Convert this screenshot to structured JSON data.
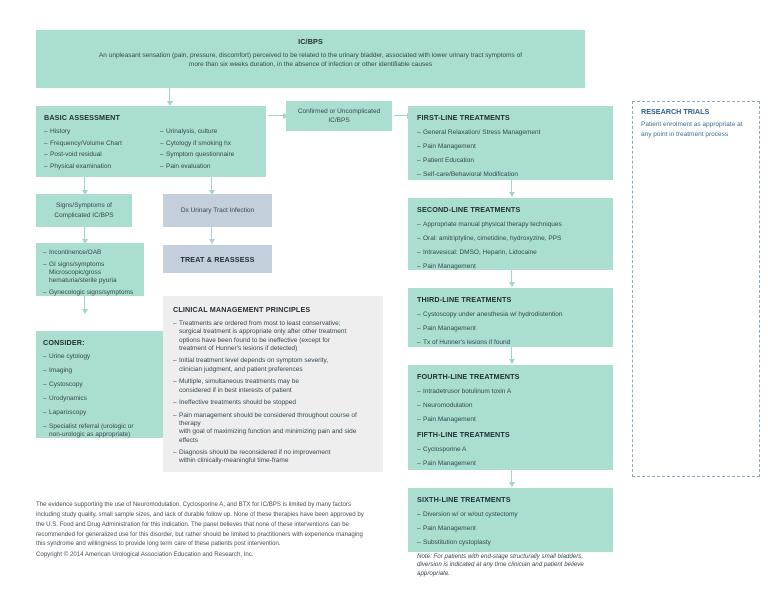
{
  "colors": {
    "teal": "#a9ded1",
    "gray_blue": "#c3cfdb",
    "light_gray": "#eeeeee",
    "arrow_teal": "#9ed6c8",
    "dashed_border": "#8fa9bf",
    "research_text": "#3b6e92"
  },
  "header": {
    "title": "IC/BPS",
    "description": "An unpleasant sensation (pain, pressure, discomfort) perceived to be related to the urinary bladder, associated with lower urinary tract symptoms of more than six weeks duration, in the absence of infection or other identifiable causes"
  },
  "basic_assessment": {
    "title": "BASIC ASSESSMENT",
    "column1": [
      "History",
      "Frequency/Volume Chart",
      "Post-void residual",
      "Physical examination"
    ],
    "column2": [
      "Urinalysis, culture",
      "Cytology if smoking hx",
      "Symptom questionnaire",
      "Pain evaluation"
    ]
  },
  "complicated": {
    "text": "Signs/Symptoms of Complicated IC/BPS"
  },
  "complicated_details": {
    "items": [
      {
        "text": "Incontinence/OAB",
        "cont": []
      },
      {
        "text": "GI signs/symptoms",
        "cont": [
          "Microscopic/gross",
          "hematuria/sterile pyuria"
        ]
      },
      {
        "text": "Gynecologic signs/symptoms",
        "cont": []
      }
    ]
  },
  "consider": {
    "title": "CONSIDER:",
    "items": [
      {
        "text": "Urine cytology",
        "cont": []
      },
      {
        "text": "Imaging",
        "cont": []
      },
      {
        "text": "Cystoscopy",
        "cont": []
      },
      {
        "text": "Urodynamics",
        "cont": []
      },
      {
        "text": "Laparoscopy",
        "cont": []
      },
      {
        "text": "Specialist referral (urologic or",
        "cont": [
          "non-urologic as appropriate)"
        ]
      }
    ]
  },
  "dx_uti": {
    "text": "Dx Urinary Tract Infection"
  },
  "treat_reassess": {
    "text": "TREAT & REASSESS"
  },
  "confirmed": {
    "text": "Confirmed or Uncomplicated IC/BPS"
  },
  "clinical_principles": {
    "title": "CLINICAL MANAGEMENT PRINCIPLES",
    "items": [
      {
        "text": "Treatments are ordered from most to least conservative;",
        "cont": [
          "surgical treatment is appropriate only after other treatment",
          "options have been found to be ineffective (except for",
          "treatment of Hunner's lesions if detected)"
        ]
      },
      {
        "text": "Initial treatment level depends on symptom severity,",
        "cont": [
          "clinician judgment, and patient preferences"
        ]
      },
      {
        "text": "Multiple, simultaneous treatments may be",
        "cont": [
          "considered if in best interests of patient"
        ]
      },
      {
        "text": "Ineffective treatments should be stopped",
        "cont": []
      },
      {
        "text": "Pain management should be considered throughout course of therapy",
        "cont": [
          "with goal of maximizing function and minimizing pain and side effects"
        ]
      },
      {
        "text": "Diagnosis should be reconsidered if no improvement",
        "cont": [
          "within clinically-meaningful time-frame"
        ]
      }
    ]
  },
  "treatments": [
    {
      "title": "FIRST-LINE TREATMENTS",
      "items": [
        "General Relaxation/ Stress Management",
        "Pain Management",
        "Patient Education",
        "Self-care/Behavioral Modification"
      ]
    },
    {
      "title": "SECOND-LINE TREATMENTS",
      "items": [
        "Appropriate manual physical therapy techniques",
        "Oral: amitriptyline, cimetidine, hydroxyzine, PPS",
        "Intravesical: DMSO, Heparin, Lidocaine",
        "Pain Management"
      ]
    },
    {
      "title": "THIRD-LINE TREATMENTS",
      "items": [
        "Cystoscopy under anesthesia w/ hydrodistention",
        "Pain Management",
        "Tx of Hunner's lesions if found"
      ]
    },
    {
      "title": "FOURTH-LINE TREATMENTS",
      "items": [
        "Intradetrusor botulinum toxin A",
        "Neuromodulation",
        "Pain Management"
      ]
    },
    {
      "title": "FIFTH-LINE TREATMENTS",
      "items": [
        "Cyclosporine A",
        "Pain Management"
      ]
    },
    {
      "title": "SIXTH-LINE TREATMENTS",
      "items": [
        "Diversion w/ or w/out cystectomy",
        "Pain Management",
        "Substitution cystoplasty"
      ],
      "note": "Note: For patients with end-stage structurally small bladders, diversion is indicated at any time clinician and patient believe appropriate."
    }
  ],
  "research_trials": {
    "title": "RESEARCH TRIALS",
    "text": "Patient enrolment as appropriate at any point in treatment process"
  },
  "footer": {
    "disclaimer": "The evidence supporting the use of Neuromodulation, Cyclosporine  A, and BTX for IC/BPS is limited by many factors including study quality, small sample sizes, and lack of durable follow up. None of these therapies have been approved by the U.S. Food and Drug Administration for this indication. The panel believes that none of these interventions can be recommended for generalized use for this disorder, but rather should be limited to practitioners  with experience managing this syndrome and willingness to provide long term care of these patients post intervention.",
    "copyright": "Copyright © 2014 American Urological Association Education and Research, Inc."
  }
}
